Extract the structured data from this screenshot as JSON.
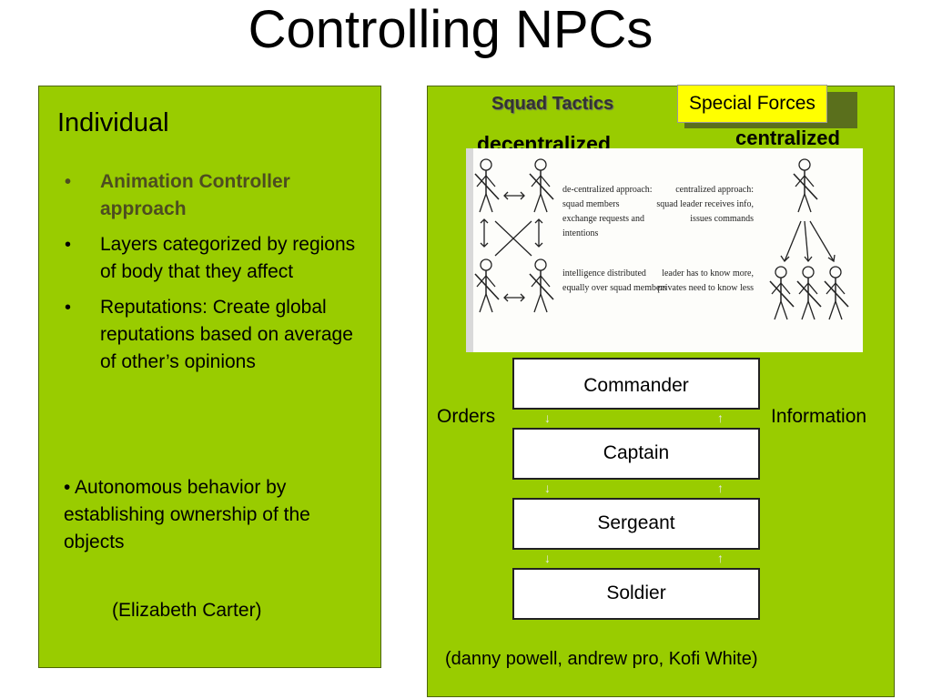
{
  "title": "Controlling NPCs",
  "left": {
    "heading": "Individual",
    "bullets": [
      "Animation Controller approach",
      "Layers categorized by regions of body that they affect",
      "Reputations: Create global reputations based on average of other’s opinions"
    ],
    "autonomous": "• Autonomous behavior  by establishing ownership of the objects",
    "credit": "(Elizabeth Carter)"
  },
  "right": {
    "squad_tactics": "Squad Tactics",
    "special_forces": "Special Forces",
    "decentralized": "decentralized",
    "centralized": "centralized",
    "illustration": {
      "decentral_text": [
        "de-centralized approach:",
        "squad members",
        "exchange requests and",
        "intentions"
      ],
      "decentral_text2": [
        "intelligence distributed",
        "equally over squad members"
      ],
      "central_text": [
        "centralized approach:",
        "squad leader receives info,",
        "issues commands"
      ],
      "central_text2": [
        "leader has to know more,",
        "privates need to know less"
      ]
    },
    "hierarchy": [
      "Commander",
      "Captain",
      "Sergeant",
      "Soldier"
    ],
    "orders": "Orders",
    "information": "Information",
    "credit": "(danny powell, andrew pro, Kofi White)"
  },
  "colors": {
    "panel": "#99cc00",
    "highlight": "#ffff00"
  }
}
